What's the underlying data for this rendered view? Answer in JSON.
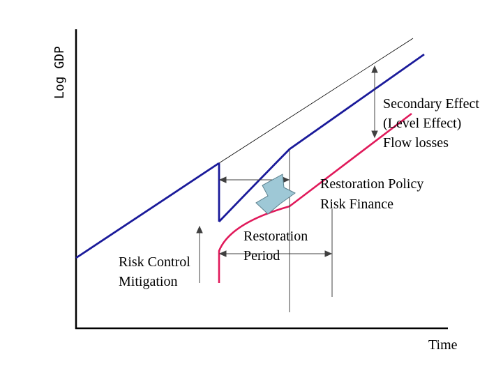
{
  "axes": {
    "y_label": "Log  GDP",
    "x_label": "Time"
  },
  "annotations": {
    "secondary_line1": "Secondary Effect",
    "secondary_line2": "(Level Effect)",
    "secondary_line3": "Flow losses",
    "restoration_policy_line1": "Restoration Policy",
    "restoration_policy_line2": "Risk Finance",
    "restoration_period_line1": "Restoration",
    "restoration_period_line2": "Period",
    "risk_control_line1": "Risk  Control",
    "risk_control_line2": "Mitigation"
  },
  "colors": {
    "axis": "#000000",
    "trend_line": "#000000",
    "blue_path": "#1a1a9a",
    "red_path": "#e0195a",
    "arrow_fill": "#9ec8d6",
    "arrow_stroke": "#5a7f8c",
    "guide": "#404040"
  }
}
